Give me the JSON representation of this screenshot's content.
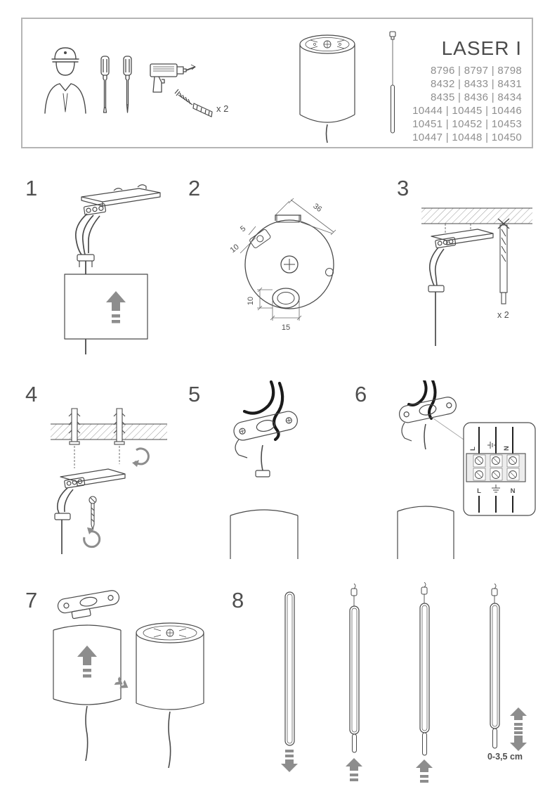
{
  "header": {
    "title": "LASER I",
    "codes": [
      "8796 | 8797 | 8798",
      "8432 | 8433 | 8431",
      "8435 | 8436 | 8434",
      "10444 | 10445 | 10446",
      "10451 | 10452 | 10453",
      "10447 | 10448 | 10450"
    ],
    "plug_quantity": "x 2"
  },
  "steps": {
    "s1": {
      "number": "1"
    },
    "s2": {
      "number": "2",
      "dims": {
        "plate_width": "36",
        "tab_depth": "5",
        "slot_length": "10",
        "keyhole_height": "10",
        "keyhole_width": "15"
      }
    },
    "s3": {
      "number": "3",
      "drill_quantity": "x 2"
    },
    "s4": {
      "number": "4"
    },
    "s5": {
      "number": "5"
    },
    "s6": {
      "number": "6",
      "terminal": {
        "live": "L",
        "neutral": "N"
      }
    },
    "s7": {
      "number": "7"
    },
    "s8": {
      "number": "8",
      "adjust_range": "0-3,5 cm"
    }
  }
}
